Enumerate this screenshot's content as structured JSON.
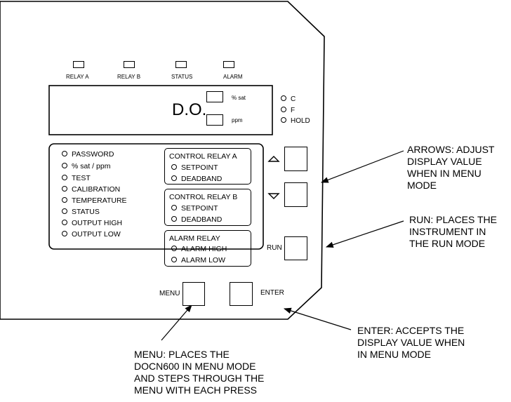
{
  "status_leds": [
    "RELAY A",
    "RELAY B",
    "STATUS",
    "ALARM"
  ],
  "display": {
    "main": "D.O.",
    "unit_sat": "% sat",
    "unit_ppm": "ppm",
    "indicators": [
      "C",
      "F",
      "HOLD"
    ]
  },
  "menu_items": [
    "PASSWORD",
    "% sat / ppm",
    "TEST",
    "CALIBRATION",
    "TEMPERATURE",
    "STATUS",
    "OUTPUT HIGH",
    "OUTPUT LOW"
  ],
  "relay_groups": [
    {
      "title": "CONTROL RELAY A",
      "items": [
        "SETPOINT",
        "DEADBAND"
      ]
    },
    {
      "title": "CONTROL RELAY B",
      "items": [
        "SETPOINT",
        "DEADBAND"
      ]
    },
    {
      "title": "ALARM RELAY",
      "items": [
        "ALARM HIGH",
        "ALARM LOW"
      ]
    }
  ],
  "buttons": {
    "run": "RUN",
    "menu": "MENU",
    "enter": "ENTER"
  },
  "callouts": {
    "arrows": "ARROWS: ADJUST\nDISPLAY VALUE\nWHEN IN MENU\nMODE",
    "run": "RUN: PLACES THE\nINSTRUMENT IN\nTHE RUN MODE",
    "enter": "ENTER: ACCEPTS THE\nDISPLAY VALUE WHEN\nIN MENU MODE",
    "menu": "MENU: PLACES THE\nDOCN600 IN MENU MODE\nAND STEPS THROUGH THE\nMENU WITH EACH PRESS"
  }
}
